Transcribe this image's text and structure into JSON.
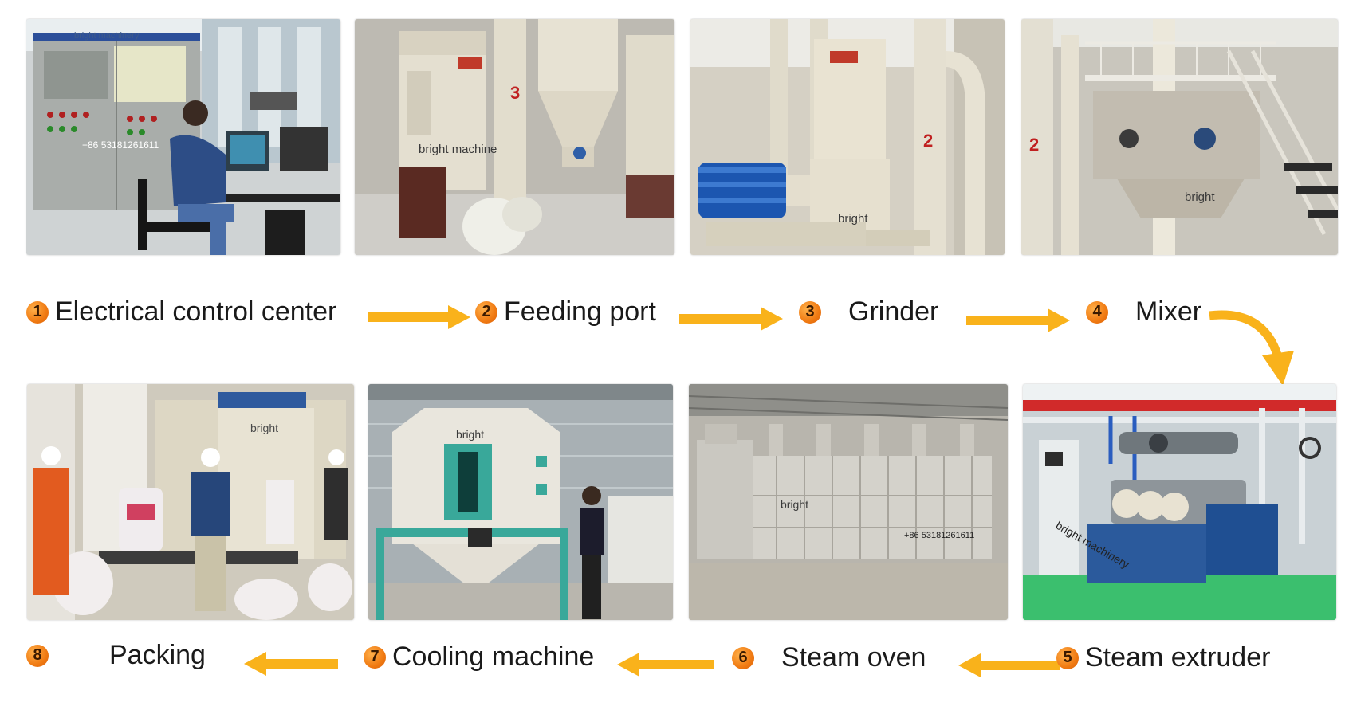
{
  "colors": {
    "arrow": "#f9b21b",
    "badge": "#f07a12",
    "text": "#1a1a1a"
  },
  "watermarks": {
    "bright_machinery": "bright machinery",
    "bright_machine": "bright machine",
    "bright": "bright",
    "phone": "+86 53181261611",
    "label_3": "3",
    "label_2": "2"
  },
  "steps": [
    {
      "num": "1",
      "label": "Electrical control center"
    },
    {
      "num": "2",
      "label": "Feeding port"
    },
    {
      "num": "3",
      "label": "Grinder"
    },
    {
      "num": "4",
      "label": "Mixer"
    },
    {
      "num": "5",
      "label": "Steam extruder"
    },
    {
      "num": "6",
      "label": "Steam oven"
    },
    {
      "num": "7",
      "label": "Cooling machine"
    },
    {
      "num": "8",
      "label": "Packing"
    }
  ]
}
